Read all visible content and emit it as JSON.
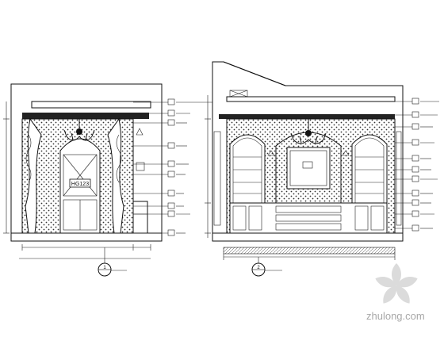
{
  "drawing": {
    "left_elevation": {
      "door_plaque": "HG123",
      "caption_mark": "1"
    },
    "right_elevation": {
      "caption_mark": "2"
    }
  },
  "watermark": {
    "text": "zhulong.com"
  }
}
